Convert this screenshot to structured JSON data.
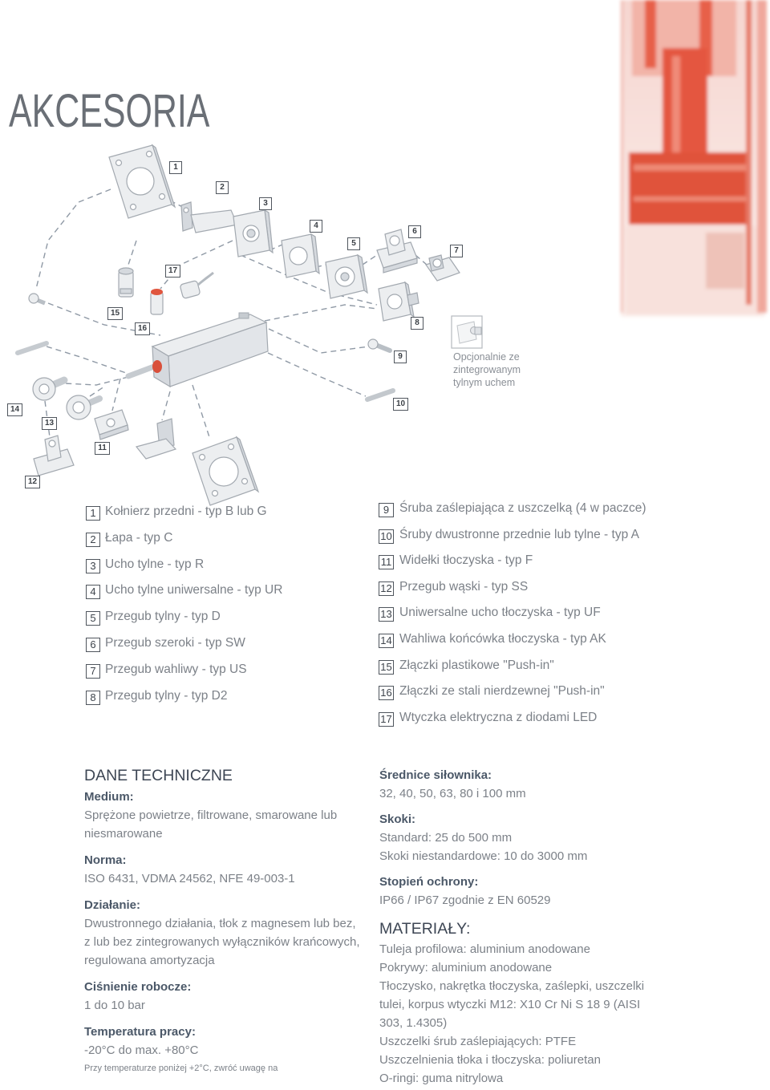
{
  "title": "AKCESORIA",
  "diagram": {
    "labels": [
      "1",
      "2",
      "3",
      "4",
      "5",
      "6",
      "7",
      "8",
      "9",
      "10",
      "11",
      "12",
      "13",
      "14",
      "15",
      "16",
      "17"
    ]
  },
  "inset": {
    "caption": [
      "Opcjonalnie ze",
      "zintegrowanym",
      "tylnym uchem"
    ]
  },
  "accessories": {
    "left": [
      {
        "num": "1",
        "name": "Kołnierz przedni - typ B lub G"
      },
      {
        "num": "2",
        "name": "Łapa - typ C"
      },
      {
        "num": "3",
        "name": "Ucho tylne - typ R"
      },
      {
        "num": "4",
        "name": "Ucho tylne uniwersalne - typ UR"
      },
      {
        "num": "5",
        "name": "Przegub tylny - typ D"
      },
      {
        "num": "6",
        "name": "Przegub szeroki - typ SW"
      },
      {
        "num": "7",
        "name": "Przegub wahliwy - typ US"
      },
      {
        "num": "8",
        "name": "Przegub tylny - typ D2"
      }
    ],
    "right": [
      {
        "num": "9",
        "name": "Śruba zaślepiająca z uszczelką (4 w paczce)"
      },
      {
        "num": "10",
        "name": "Śruby dwustronne przednie lub tylne - typ A"
      },
      {
        "num": "11",
        "name": "Widełki tłoczyska - typ F"
      },
      {
        "num": "12",
        "name": "Przegub wąski - typ SS"
      },
      {
        "num": "13",
        "name": "Uniwersalne ucho tłoczyska - typ UF"
      },
      {
        "num": "14",
        "name": "Wahliwa końcówka tłoczyska - typ AK"
      },
      {
        "num": "15",
        "name": "Złączki plastikowe \"Push-in\""
      },
      {
        "num": "16",
        "name": "Złączki ze stali nierdzewnej \"Push-in\""
      },
      {
        "num": "17",
        "name": "Wtyczka elektryczna z diodami LED"
      }
    ]
  },
  "tech": {
    "heading": "DANE TECHNICZNE",
    "left": [
      {
        "label": "Medium:",
        "lines": [
          "Sprężone powietrze, filtrowane, smarowane lub",
          "niesmarowane"
        ]
      },
      {
        "label": "Norma:",
        "lines": [
          "ISO 6431, VDMA 24562, NFE 49-003-1"
        ]
      },
      {
        "label": "Działanie:",
        "lines": [
          "Dwustronnego działania, tłok z magnesem lub bez,",
          "z lub bez zintegrowanych wyłączników krańcowych,",
          "regulowana amortyzacja"
        ]
      },
      {
        "label": "Ciśnienie robocze:",
        "lines": [
          "1 do 10 bar"
        ]
      },
      {
        "label": "Temperatura pracy:",
        "lines": [
          "-20°C do max. +80°C"
        ]
      }
    ],
    "note": "Przy temperaturze poniżej +2°C, zwróć uwagę na",
    "right": [
      {
        "label": "Średnice siłownika:",
        "lines": [
          "32, 40, 50, 63, 80 i 100 mm"
        ]
      },
      {
        "label": "Skoki:",
        "lines": [
          "Standard: 25 do 500 mm",
          "Skoki niestandardowe: 10 do 3000 mm"
        ]
      },
      {
        "label": "Stopień ochrony:",
        "lines": [
          "IP66 / IP67 zgodnie z EN 60529"
        ]
      }
    ],
    "materials": {
      "heading": "MATERIAŁY:",
      "lines": [
        "Tuleja profilowa: aluminium anodowane",
        "Pokrywy: aluminium anodowane",
        "Tłoczysko, nakrętka tłoczyska, zaślepki, uszczelki",
        "tulei, korpus wtyczki M12: X10 Cr Ni S 18 9 (AISI",
        "303, 1.4305)",
        "Uszczelki śrub zaślepiających: PTFE",
        "Uszczelnienia tłoka i tłoczyska: poliuretan",
        "O-ringi: guma nitrylowa"
      ]
    }
  },
  "colors": {
    "label_accent": "#4b5868",
    "body_text": "#7c8188",
    "photo_red": "#e0533a"
  }
}
